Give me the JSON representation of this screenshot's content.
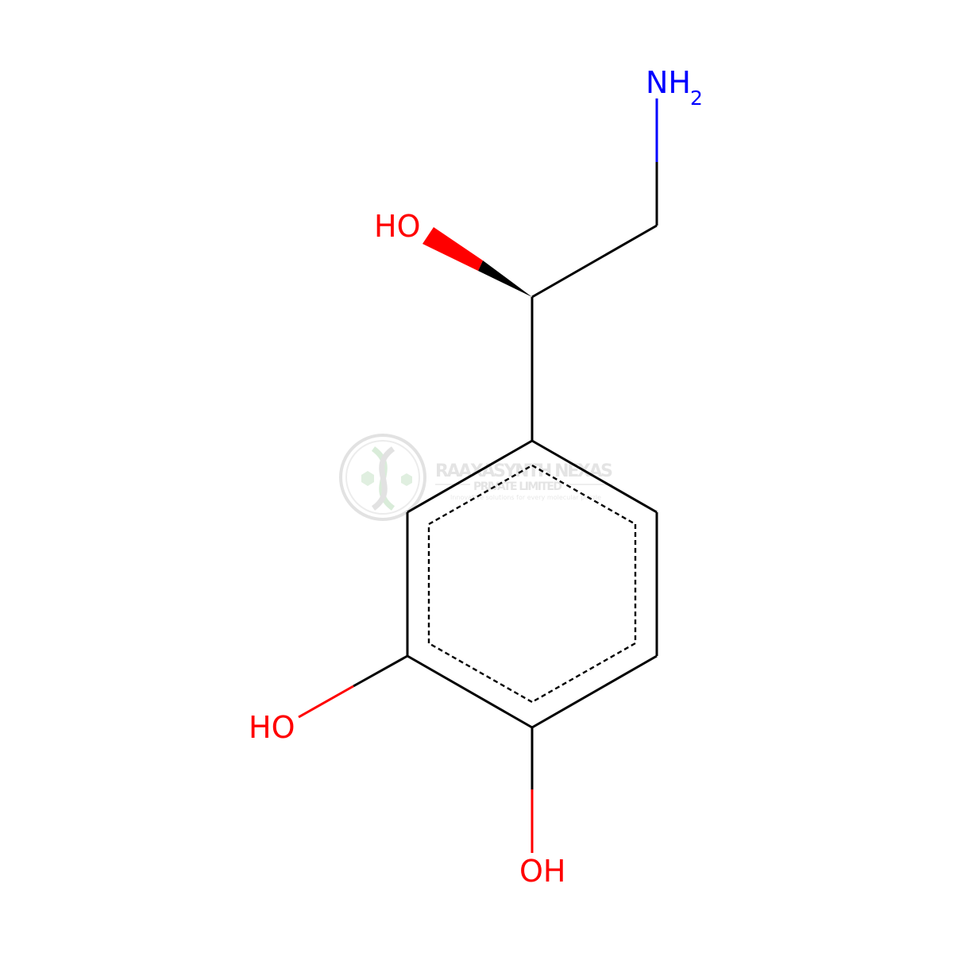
{
  "colors": {
    "bond": "#000000",
    "oxygen": "#ff0000",
    "nitrogen": "#0000ff",
    "watermark": "#e4e4e4",
    "watermark_accent": "#d6ecd6"
  },
  "labels": {
    "amine_main": "NH",
    "amine_sub": "2",
    "hydroxyl_side": "HO",
    "hydroxyl_meta": "HO",
    "hydroxyl_para": "OH"
  },
  "watermark": {
    "logo_icon": "dna-helix-icon",
    "company": "RAAXASYNTH NEXAS",
    "suffix": "PRIVATE LIMITED",
    "tagline": "Innovative solutions for every molecular puzzle"
  }
}
